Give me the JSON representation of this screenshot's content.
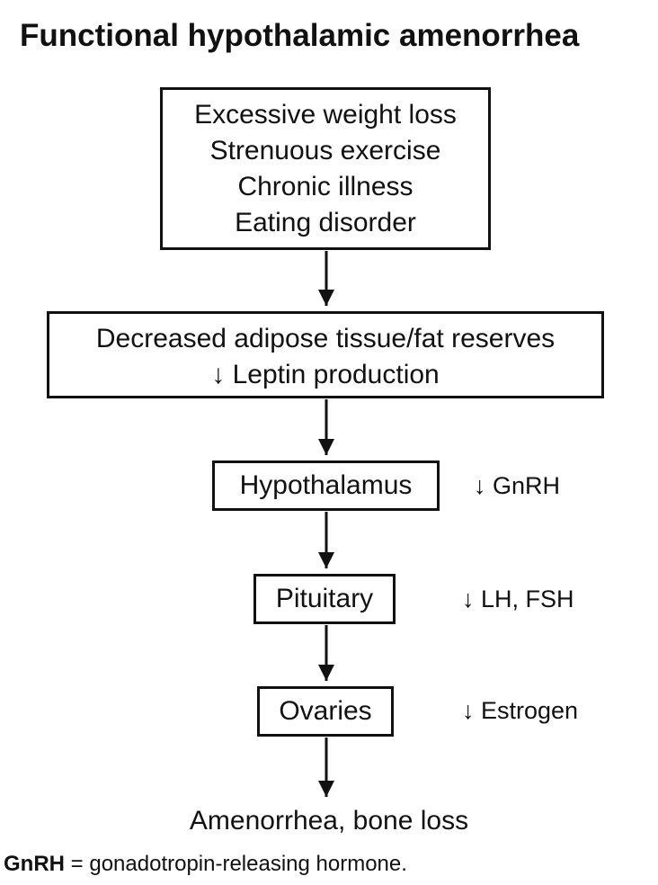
{
  "title": "Functional hypothalamic amenorrhea",
  "causes": [
    "Excessive weight loss",
    "Strenuous exercise",
    "Chronic illness",
    "Eating disorder"
  ],
  "adipose": {
    "line1": "Decreased adipose tissue/fat reserves",
    "line2": "↓ Leptin production"
  },
  "stages": {
    "hypothalamus": {
      "label": "Hypothalamus",
      "effect": "↓ GnRH"
    },
    "pituitary": {
      "label": "Pituitary",
      "effect": "↓ LH, FSH"
    },
    "ovaries": {
      "label": "Ovaries",
      "effect": "↓ Estrogen"
    }
  },
  "outcome": "Amenorrhea, bone loss",
  "footnote": {
    "abbr": "GnRH",
    "definition": " = gonadotropin-releasing hormone."
  }
}
